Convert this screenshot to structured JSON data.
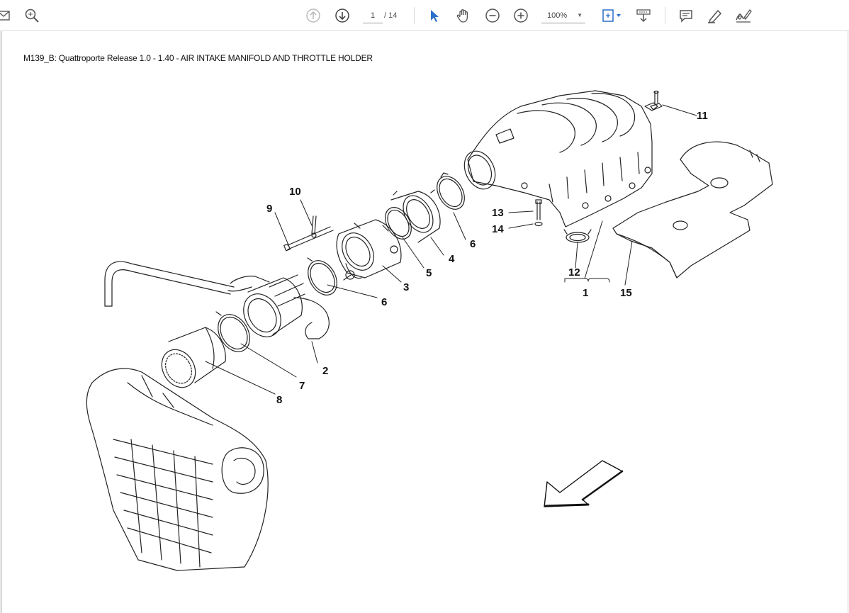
{
  "toolbar": {
    "page_current": "1",
    "page_total": "/ 14",
    "zoom": "100%",
    "zoom_caret": "▼",
    "icons": [
      "mail-icon",
      "search-icon",
      "prev-page-icon",
      "next-page-icon",
      "select-cursor-icon",
      "hand-tool-icon",
      "zoom-out-icon",
      "zoom-in-icon",
      "fit-page-icon",
      "download-icon",
      "comment-icon",
      "highlight-pen-icon",
      "sign-icon"
    ]
  },
  "document": {
    "title": "M139_B:  Quattroporte Release 1.0 - 1.40 - AIR INTAKE MANIFOLD AND THROTTLE HOLDER"
  },
  "diagram": {
    "callouts": {
      "c1": "1",
      "c2": "2",
      "c3": "3",
      "c4": "4",
      "c5": "5",
      "c6a": "6",
      "c6b": "6",
      "c7": "7",
      "c8": "8",
      "c9": "9",
      "c10": "10",
      "c11": "11",
      "c12": "12",
      "c13": "13",
      "c14": "14",
      "c15": "15"
    }
  },
  "colors": {
    "accent": "#2a6fc9",
    "ink": "#111111"
  }
}
